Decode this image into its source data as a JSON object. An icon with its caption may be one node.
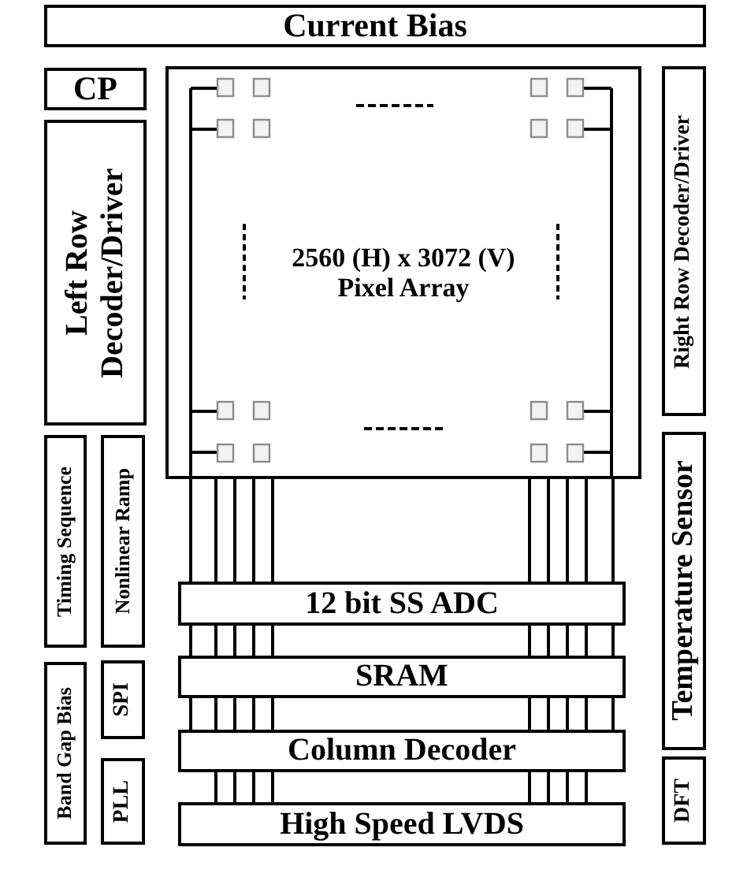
{
  "diagram": {
    "nodes": [
      {
        "text": [
          "Current Bias"
        ]
      },
      {
        "text": [
          "CP"
        ]
      },
      {
        "text": [
          "2560 (H) x 3072 (V) Pixel Array"
        ]
      },
      {
        "text": [
          "Right Row Decoder/Driver"
        ]
      },
      {
        "text": [
          "Left Row Decoder/Driver"
        ]
      },
      {
        "text": [
          "Timing Sequence"
        ]
      },
      {
        "text": [
          "Nonlinear Ramp"
        ]
      },
      {
        "text": [
          "Temperature Sensor"
        ]
      },
      {
        "text": [
          "12 bit SS ADC"
        ]
      },
      {
        "text": [
          "Band Gap Bias"
        ]
      },
      {
        "text": [
          "SPI"
        ]
      },
      {
        "text": [
          "SRAM"
        ]
      },
      {
        "text": [
          "Column Decoder"
        ]
      },
      {
        "text": [
          "PLL"
        ]
      },
      {
        "text": [
          "DFT"
        ]
      },
      {
        "text": [
          "High Speed LVDS"
        ]
      }
    ],
    "edges": [
      {
        "from": 2,
        "to": 8,
        "arrow": "none"
      },
      {
        "from": 2,
        "to": 8,
        "arrow": "none"
      },
      {
        "from": 2,
        "to": 8,
        "arrow": "none"
      },
      {
        "from": 2,
        "to": 8,
        "arrow": "none"
      },
      {
        "from": 2,
        "to": 8,
        "arrow": "none"
      },
      {
        "from": 2,
        "to": 8,
        "arrow": "none"
      },
      {
        "from": 2,
        "to": 8,
        "arrow": "none"
      },
      {
        "from": 2,
        "to": 8,
        "arrow": "none"
      },
      {
        "from": 2,
        "to": 8,
        "arrow": "none"
      },
      {
        "from": 2,
        "to": 8,
        "arrow": "none"
      },
      {
        "from": 8,
        "to": 11,
        "arrow": "none"
      },
      {
        "from": 8,
        "to": 11,
        "arrow": "none"
      },
      {
        "from": 8,
        "to": 11,
        "arrow": "none"
      },
      {
        "from": 8,
        "to": 11,
        "arrow": "none"
      },
      {
        "from": 8,
        "to": 11,
        "arrow": "none"
      },
      {
        "from": 8,
        "to": 11,
        "arrow": "none"
      },
      {
        "from": 8,
        "to": 11,
        "arrow": "none"
      },
      {
        "from": 8,
        "to": 11,
        "arrow": "none"
      },
      {
        "from": 8,
        "to": 11,
        "arrow": "none"
      },
      {
        "from": 8,
        "to": 11,
        "arrow": "none"
      },
      {
        "from": 11,
        "to": 12,
        "arrow": "none"
      },
      {
        "from": 11,
        "to": 12,
        "arrow": "none"
      },
      {
        "from": 11,
        "to": 12,
        "arrow": "none"
      },
      {
        "from": 11,
        "to": 12,
        "arrow": "none"
      },
      {
        "from": 11,
        "to": 12,
        "arrow": "none"
      },
      {
        "from": 11,
        "to": 12,
        "arrow": "none"
      },
      {
        "from": 11,
        "to": 12,
        "arrow": "none"
      },
      {
        "from": 11,
        "to": 12,
        "arrow": "none"
      },
      {
        "from": 11,
        "to": 12,
        "arrow": "none"
      },
      {
        "from": 11,
        "to": 12,
        "arrow": "none"
      },
      {
        "from": 12,
        "to": 15,
        "arrow": "none"
      },
      {
        "from": 12,
        "to": 15,
        "arrow": "none"
      },
      {
        "from": 12,
        "to": 15,
        "arrow": "none"
      },
      {
        "from": 12,
        "to": 15,
        "arrow": "none"
      },
      {
        "from": 12,
        "to": 15,
        "arrow": "none"
      },
      {
        "from": 12,
        "to": 15,
        "arrow": "none"
      },
      {
        "from": 12,
        "to": 15,
        "arrow": "none"
      },
      {
        "from": 12,
        "to": 15,
        "arrow": "none"
      }
    ]
  }
}
